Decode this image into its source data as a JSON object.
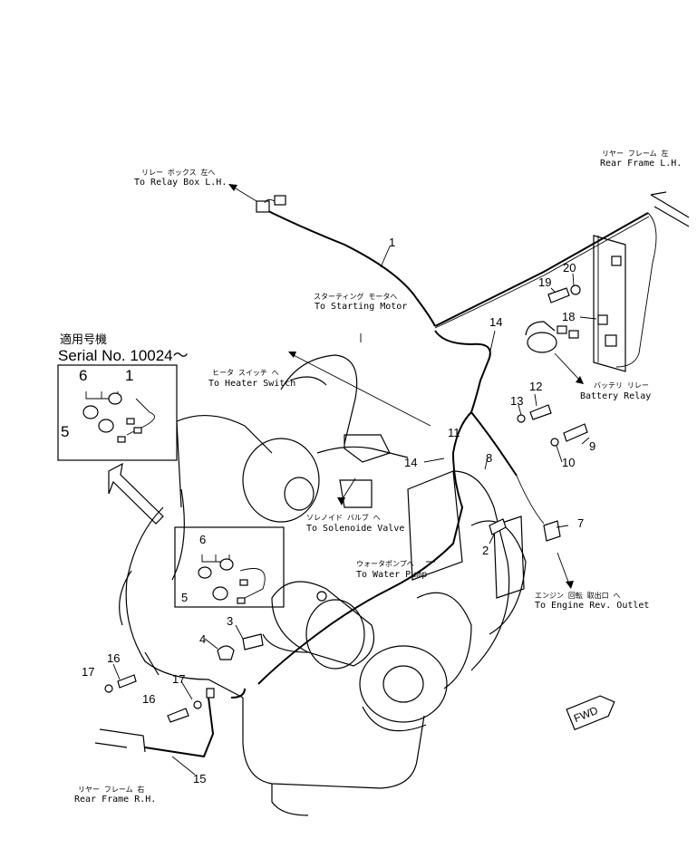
{
  "serial": {
    "jp": "適用号機",
    "en": "Serial No. 10024～"
  },
  "callouts": {
    "relay_box_lh": {
      "jp": "リレー ボックス 左へ",
      "en": "To Relay Box L.H."
    },
    "rear_frame_lh": {
      "jp": "リヤー フレーム 左",
      "en": "Rear Frame L.H."
    },
    "starting_motor": {
      "jp": "スターティング モータへ",
      "en": "To Starting Motor"
    },
    "heater_switch": {
      "jp": "ヒータ スイッチ へ",
      "en": "To Heater Switch"
    },
    "battery_relay": {
      "jp": "バッテリ リレー",
      "en": "Battery Relay"
    },
    "solenoide_valve": {
      "jp": "ソレノイド バルブ へ",
      "en": "To Solenoide Valve"
    },
    "water_pump": {
      "jp": "ウォータポンプへ",
      "en": "To Water Pump"
    },
    "engine_rev_outlet": {
      "jp": "エンジン 回転 取出口 へ",
      "en": "To Engine Rev. Outlet"
    },
    "rear_frame_rh": {
      "jp": "リヤー フレーム 右",
      "en": "Rear Frame R.H."
    }
  },
  "fwd": "FWD",
  "parts": {
    "p1": "1",
    "p2": "2",
    "p3": "3",
    "p4": "4",
    "p5": "5",
    "p6": "6",
    "p7": "7",
    "p8": "8",
    "p9": "9",
    "p10": "10",
    "p11": "11",
    "p12": "12",
    "p13": "13",
    "p14a": "14",
    "p14b": "14",
    "p15": "15",
    "p16a": "16",
    "p16b": "16",
    "p17a": "17",
    "p17b": "17",
    "p18": "18",
    "p19": "19",
    "p20": "20",
    "inset1_6": "6",
    "inset1_1": "1",
    "inset1_5": "5",
    "inset2_6": "6",
    "inset2_5": "5"
  }
}
